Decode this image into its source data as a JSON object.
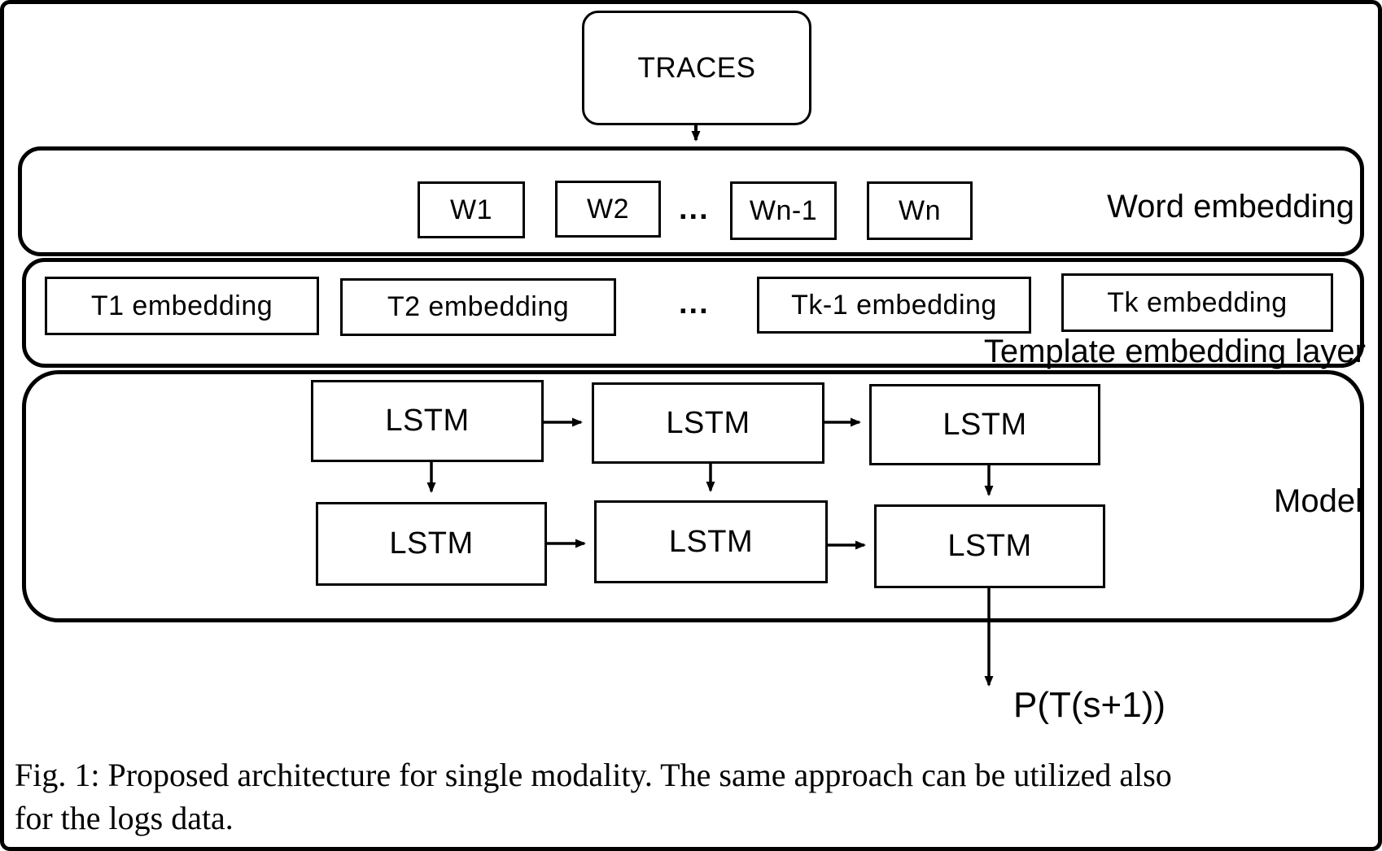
{
  "figure": {
    "traces_label": "TRACES",
    "word_embedding": {
      "label": "Word embedding",
      "boxes": [
        "W1",
        "W2",
        "Wn-1",
        "Wn"
      ],
      "ellipsis": "..."
    },
    "template_embedding": {
      "label": "Template embedding layer",
      "boxes": [
        "T1 embedding",
        "T2 embedding",
        "Tk-1 embedding",
        "Tk embedding"
      ],
      "ellipsis": "..."
    },
    "model": {
      "label": "Model",
      "lstm_labels": [
        "LSTM",
        "LSTM",
        "LSTM",
        "LSTM",
        "LSTM",
        "LSTM"
      ]
    },
    "output_label": "P(T(s+1))"
  },
  "caption": {
    "line1": "Fig. 1: Proposed architecture for single modality. The same approach can be utilized also",
    "line2": "for the logs data."
  },
  "colors": {
    "ink": "#000000",
    "background": "#ffffff"
  }
}
